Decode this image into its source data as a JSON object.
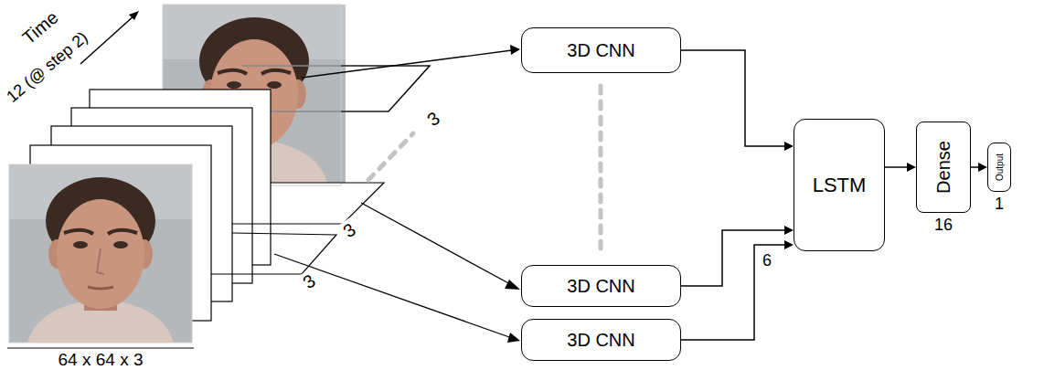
{
  "diagram": {
    "nodes": [
      {
        "text": [
          "3D CNN"
        ]
      },
      {
        "text": [
          "3D CNN"
        ]
      },
      {
        "text": [
          "3D CNN"
        ]
      },
      {
        "text": [
          "LSTM"
        ]
      },
      {
        "text": [
          "Dense"
        ]
      },
      {
        "text": [
          "Output"
        ]
      }
    ],
    "edges": [
      {
        "from": 0,
        "to": 3,
        "arrow": "to"
      },
      {
        "from": 1,
        "to": 3,
        "arrow": "to"
      },
      {
        "from": 2,
        "to": 3,
        "arrow": "to",
        "label": "6"
      },
      {
        "from": 3,
        "to": 4,
        "arrow": "to"
      },
      {
        "from": 4,
        "to": 5,
        "arrow": "to"
      }
    ],
    "labels": [
      "Time",
      "12 (@ step 2)",
      "3",
      "3",
      "3",
      "64 x 64 x 3",
      "16",
      "1"
    ]
  }
}
